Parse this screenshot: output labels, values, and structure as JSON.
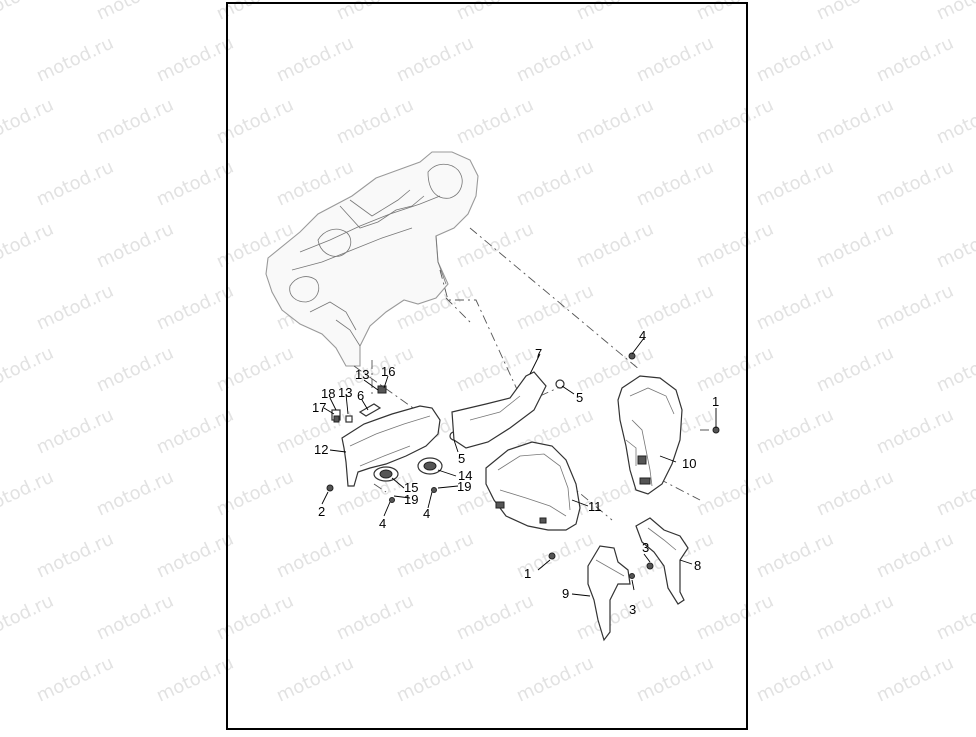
{
  "watermark": {
    "text": "motod.ru"
  },
  "diagram": {
    "callouts": {
      "c1_right": "1",
      "c1_bottom": "1",
      "c2": "2",
      "c3_top": "3",
      "c3_bottom": "3",
      "c4_top": "4",
      "c4_left": "4",
      "c4_mid": "4",
      "c5_top": "5",
      "c5_left": "5",
      "c6": "6",
      "c7": "7",
      "c8": "8",
      "c9": "9",
      "c10": "10",
      "c11": "11",
      "c12": "12",
      "c13_a": "13",
      "c13_b": "13",
      "c14": "14",
      "c15": "15",
      "c16": "16",
      "c17": "17",
      "c18": "18",
      "c19_a": "19",
      "c19_b": "19"
    }
  }
}
